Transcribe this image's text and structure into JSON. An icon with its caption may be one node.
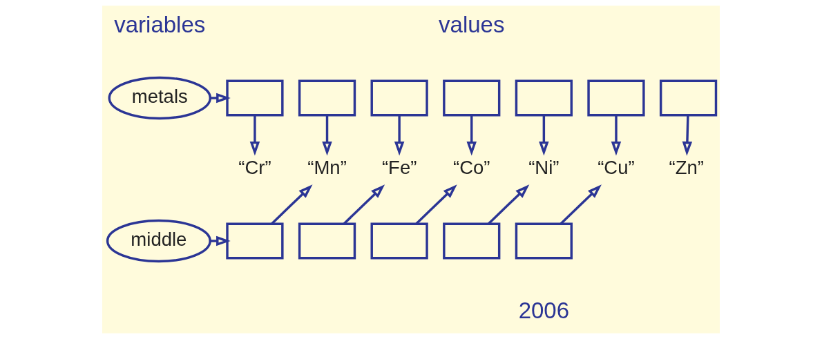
{
  "diagram": {
    "nodes": [
      {
        "text": [
          "metals"
        ]
      },
      {
        "text": [
          "middle"
        ]
      },
      {
        "text": [],
        "shape": "box"
      },
      {
        "text": [],
        "shape": "box"
      },
      {
        "text": [],
        "shape": "box"
      },
      {
        "text": [],
        "shape": "box"
      },
      {
        "text": [],
        "shape": "box"
      },
      {
        "text": [],
        "shape": "box"
      },
      {
        "text": [],
        "shape": "box"
      },
      {
        "text": [
          "“Cr”"
        ]
      },
      {
        "text": [
          "“Mn”"
        ]
      },
      {
        "text": [
          "“Fe”"
        ]
      },
      {
        "text": [
          "“Co”"
        ]
      },
      {
        "text": [
          "“Ni”"
        ]
      },
      {
        "text": [
          "“Cu”"
        ]
      },
      {
        "text": [
          "“Zn”"
        ]
      },
      {
        "text": [],
        "shape": "box"
      },
      {
        "text": [],
        "shape": "box"
      },
      {
        "text": [],
        "shape": "box"
      },
      {
        "text": [],
        "shape": "box"
      },
      {
        "text": [],
        "shape": "box"
      }
    ],
    "edges": [
      {
        "from": 0,
        "to": 2,
        "arrow": "to"
      },
      {
        "from": 1,
        "to": 16,
        "arrow": "to"
      },
      {
        "from": 2,
        "to": 9,
        "arrow": "to"
      },
      {
        "from": 3,
        "to": 10,
        "arrow": "to"
      },
      {
        "from": 4,
        "to": 11,
        "arrow": "to"
      },
      {
        "from": 5,
        "to": 12,
        "arrow": "to"
      },
      {
        "from": 6,
        "to": 13,
        "arrow": "to"
      },
      {
        "from": 7,
        "to": 14,
        "arrow": "to"
      },
      {
        "from": 8,
        "to": 15,
        "arrow": "to"
      },
      {
        "from": 16,
        "to": 10,
        "arrow": "to"
      },
      {
        "from": 17,
        "to": 11,
        "arrow": "to"
      },
      {
        "from": 18,
        "to": 12,
        "arrow": "to"
      },
      {
        "from": 19,
        "to": 13,
        "arrow": "to"
      },
      {
        "from": 20,
        "to": 14,
        "arrow": "to"
      }
    ],
    "labels": [
      "variables",
      "values",
      "2006"
    ]
  }
}
